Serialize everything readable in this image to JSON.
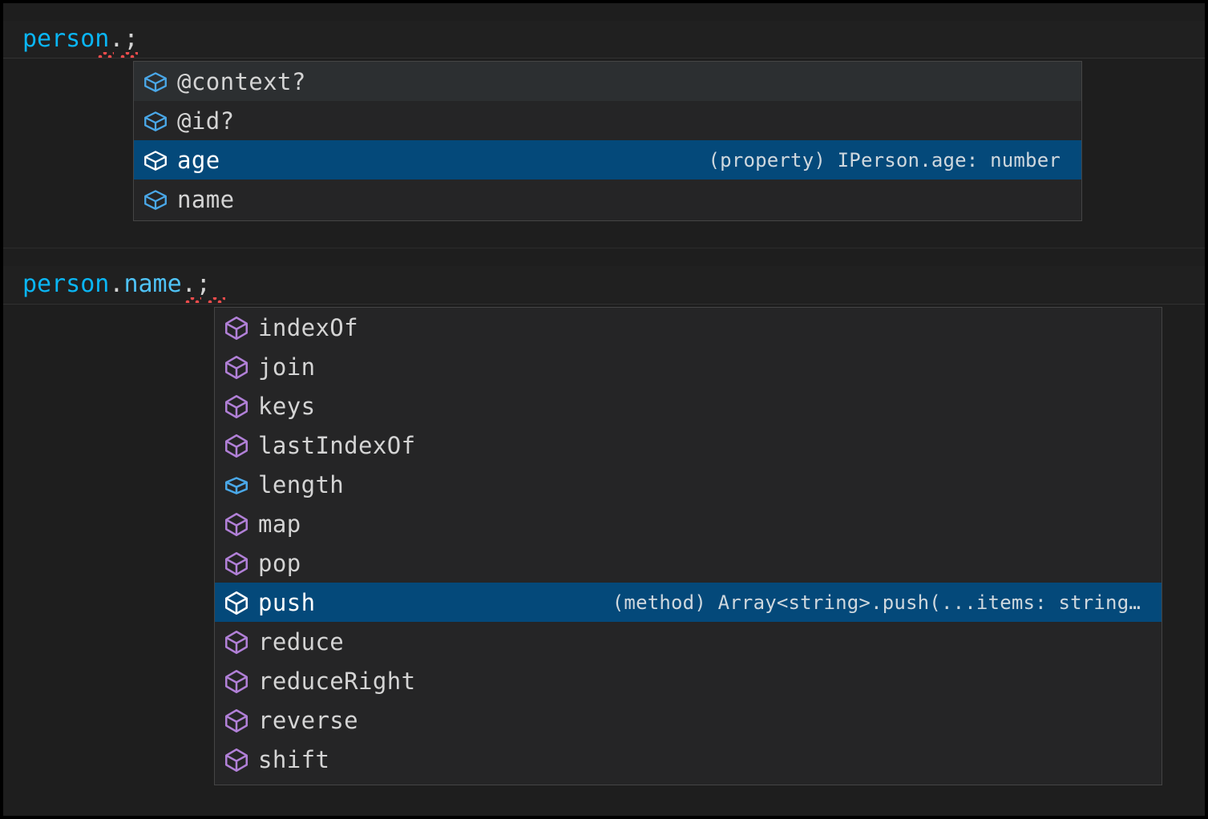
{
  "editor": {
    "background_color": "#1e1e1e",
    "selection_color": "#04497a",
    "error_squiggle_color": "#f14c4c",
    "lines": [
      {
        "id": "line-1",
        "segments": [
          {
            "text": "person",
            "kind": "identifier"
          },
          {
            "text": ".",
            "kind": "punctuation"
          },
          {
            "text": ";",
            "kind": "punctuation"
          }
        ],
        "full_text": "person.;"
      },
      {
        "id": "line-2",
        "segments": [
          {
            "text": "person",
            "kind": "identifier"
          },
          {
            "text": ".",
            "kind": "punctuation"
          },
          {
            "text": "name",
            "kind": "identifier"
          },
          {
            "text": ".",
            "kind": "punctuation"
          },
          {
            "text": ";",
            "kind": "punctuation"
          }
        ],
        "full_text": "person.name.;"
      }
    ]
  },
  "suggest_widget_1": {
    "name": "person-member-suggestions",
    "selected_index": 2,
    "items": [
      {
        "label": "@context?",
        "icon": "property-cube-icon",
        "icon_color": "#4aa8e8",
        "kind": "property",
        "detail": "",
        "state": "focused"
      },
      {
        "label": "@id?",
        "icon": "property-cube-icon",
        "icon_color": "#4aa8e8",
        "kind": "property",
        "detail": "",
        "state": "normal"
      },
      {
        "label": "age",
        "icon": "property-cube-icon",
        "icon_color": "#ffffff",
        "kind": "property",
        "detail": "(property) IPerson.age: number",
        "state": "selected"
      },
      {
        "label": "name",
        "icon": "property-cube-icon",
        "icon_color": "#4aa8e8",
        "kind": "property",
        "detail": "",
        "state": "normal"
      }
    ]
  },
  "suggest_widget_2": {
    "name": "array-member-suggestions",
    "selected_index": 7,
    "items": [
      {
        "label": "indexOf",
        "icon": "method-cube-icon",
        "icon_color": "#b180d7",
        "kind": "method",
        "detail": "",
        "state": "normal"
      },
      {
        "label": "join",
        "icon": "method-cube-icon",
        "icon_color": "#b180d7",
        "kind": "method",
        "detail": "",
        "state": "normal"
      },
      {
        "label": "keys",
        "icon": "method-cube-icon",
        "icon_color": "#b180d7",
        "kind": "method",
        "detail": "",
        "state": "normal"
      },
      {
        "label": "lastIndexOf",
        "icon": "method-cube-icon",
        "icon_color": "#b180d7",
        "kind": "method",
        "detail": "",
        "state": "normal"
      },
      {
        "label": "length",
        "icon": "property-cube-icon",
        "icon_color": "#4aa8e8",
        "kind": "property",
        "detail": "",
        "state": "normal"
      },
      {
        "label": "map",
        "icon": "method-cube-icon",
        "icon_color": "#b180d7",
        "kind": "method",
        "detail": "",
        "state": "normal"
      },
      {
        "label": "pop",
        "icon": "method-cube-icon",
        "icon_color": "#b180d7",
        "kind": "method",
        "detail": "",
        "state": "normal"
      },
      {
        "label": "push",
        "icon": "method-cube-icon",
        "icon_color": "#ffffff",
        "kind": "method",
        "detail": "(method) Array<string>.push(...items: string…",
        "state": "selected"
      },
      {
        "label": "reduce",
        "icon": "method-cube-icon",
        "icon_color": "#b180d7",
        "kind": "method",
        "detail": "",
        "state": "normal"
      },
      {
        "label": "reduceRight",
        "icon": "method-cube-icon",
        "icon_color": "#b180d7",
        "kind": "method",
        "detail": "",
        "state": "normal"
      },
      {
        "label": "reverse",
        "icon": "method-cube-icon",
        "icon_color": "#b180d7",
        "kind": "method",
        "detail": "",
        "state": "normal"
      },
      {
        "label": "shift",
        "icon": "method-cube-icon",
        "icon_color": "#b180d7",
        "kind": "method",
        "detail": "",
        "state": "normal"
      }
    ]
  }
}
